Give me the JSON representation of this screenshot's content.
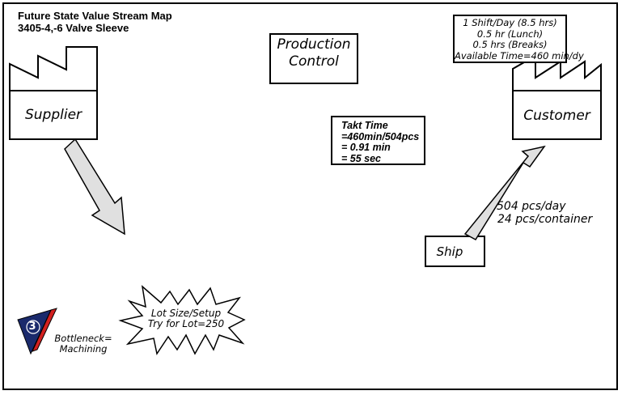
{
  "title": {
    "line1": "Future State Value Stream Map",
    "line2": "3405-4,-6 Valve Sleeve"
  },
  "production_control": {
    "line1": "Production",
    "line2": "Control"
  },
  "supplier": {
    "label": "Supplier"
  },
  "customer": {
    "label": "Customer",
    "shift_info": [
      "1 Shift/Day (8.5 hrs)",
      "0.5 hr (Lunch)",
      "0.5 hrs (Breaks)",
      "Available Time=460 min/dy"
    ]
  },
  "takt": {
    "lines": [
      "Takt Time",
      "=460min/504pcs",
      "= 0.91 min",
      "= 55 sec"
    ]
  },
  "shipment": {
    "demand": "504 pcs/day",
    "container": "24 pcs/container"
  },
  "ship": {
    "label": "Ship"
  },
  "kaizen": {
    "line1": "Lot Size/Setup",
    "line2": "Try for Lot=250"
  },
  "bottleneck": {
    "number": "3",
    "line1": "Bottleneck=",
    "line2": "Machining",
    "colors": {
      "flag": "#1a2a6c",
      "stripe": "#d22020"
    }
  },
  "colors": {
    "arrow_fill": "#e0e0e0",
    "outline": "#000000"
  }
}
